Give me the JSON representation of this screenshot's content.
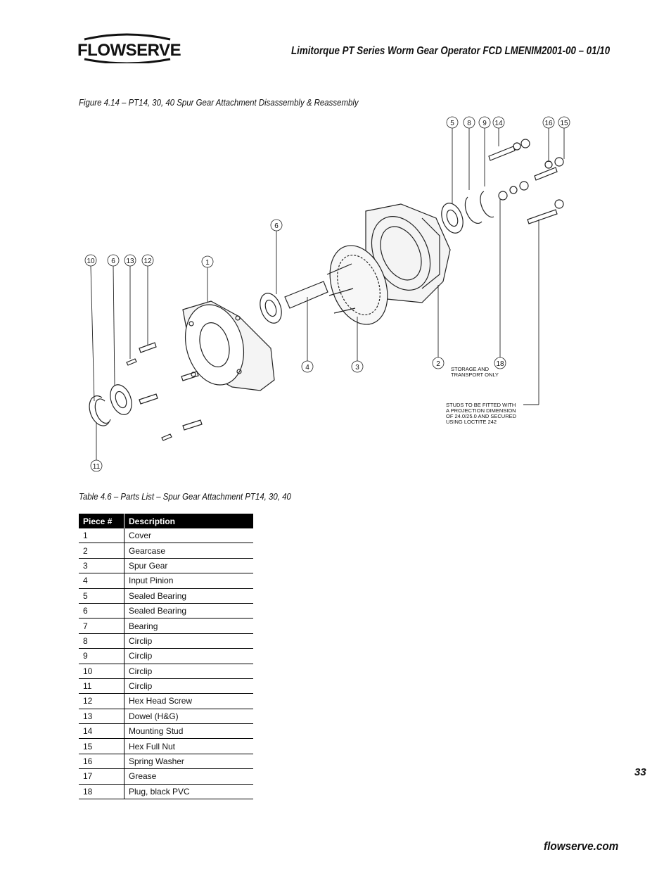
{
  "header": {
    "brand": "FLOWSERVE",
    "title": "Limitorque PT Series Worm Gear Operator    FCD LMENIM2001-00 – 01/10"
  },
  "figure": {
    "caption": "Figure 4.14 – PT14, 30, 40 Spur Gear Attachment Disassembly & Reassembly",
    "callouts": [
      "5",
      "8",
      "9",
      "14",
      "16",
      "15",
      "6",
      "10",
      "6",
      "13",
      "12",
      "1",
      "4",
      "3",
      "2",
      "18",
      "11"
    ],
    "notes": {
      "storage_line1": "STORAGE AND",
      "storage_line2": "TRANSPORT ONLY",
      "studs_line1": "STUDS TO BE FITTED WITH",
      "studs_line2": "A PROJECTION DIMENSION",
      "studs_line3": "OF 24.0/25.0 AND SECURED",
      "studs_line4": "USING LOCTITE 242"
    }
  },
  "table": {
    "caption": "Table 4.6 – Parts List – Spur Gear Attachment PT14, 30, 40",
    "headers": [
      "Piece #",
      "Description"
    ],
    "rows": [
      [
        "1",
        "Cover"
      ],
      [
        "2",
        "Gearcase"
      ],
      [
        "3",
        "Spur Gear"
      ],
      [
        "4",
        "Input Pinion"
      ],
      [
        "5",
        "Sealed Bearing"
      ],
      [
        "6",
        "Sealed Bearing"
      ],
      [
        "7",
        "Bearing"
      ],
      [
        "8",
        "Circlip"
      ],
      [
        "9",
        "Circlip"
      ],
      [
        "10",
        "Circlip"
      ],
      [
        "11",
        "Circlip"
      ],
      [
        "12",
        "Hex Head Screw"
      ],
      [
        "13",
        "Dowel (H&G)"
      ],
      [
        "14",
        "Mounting Stud"
      ],
      [
        "15",
        "Hex Full Nut"
      ],
      [
        "16",
        "Spring Washer"
      ],
      [
        "17",
        "Grease"
      ],
      [
        "18",
        "Plug, black PVC"
      ]
    ]
  },
  "footer": {
    "page_number": "33",
    "url": "flowserve.com"
  }
}
